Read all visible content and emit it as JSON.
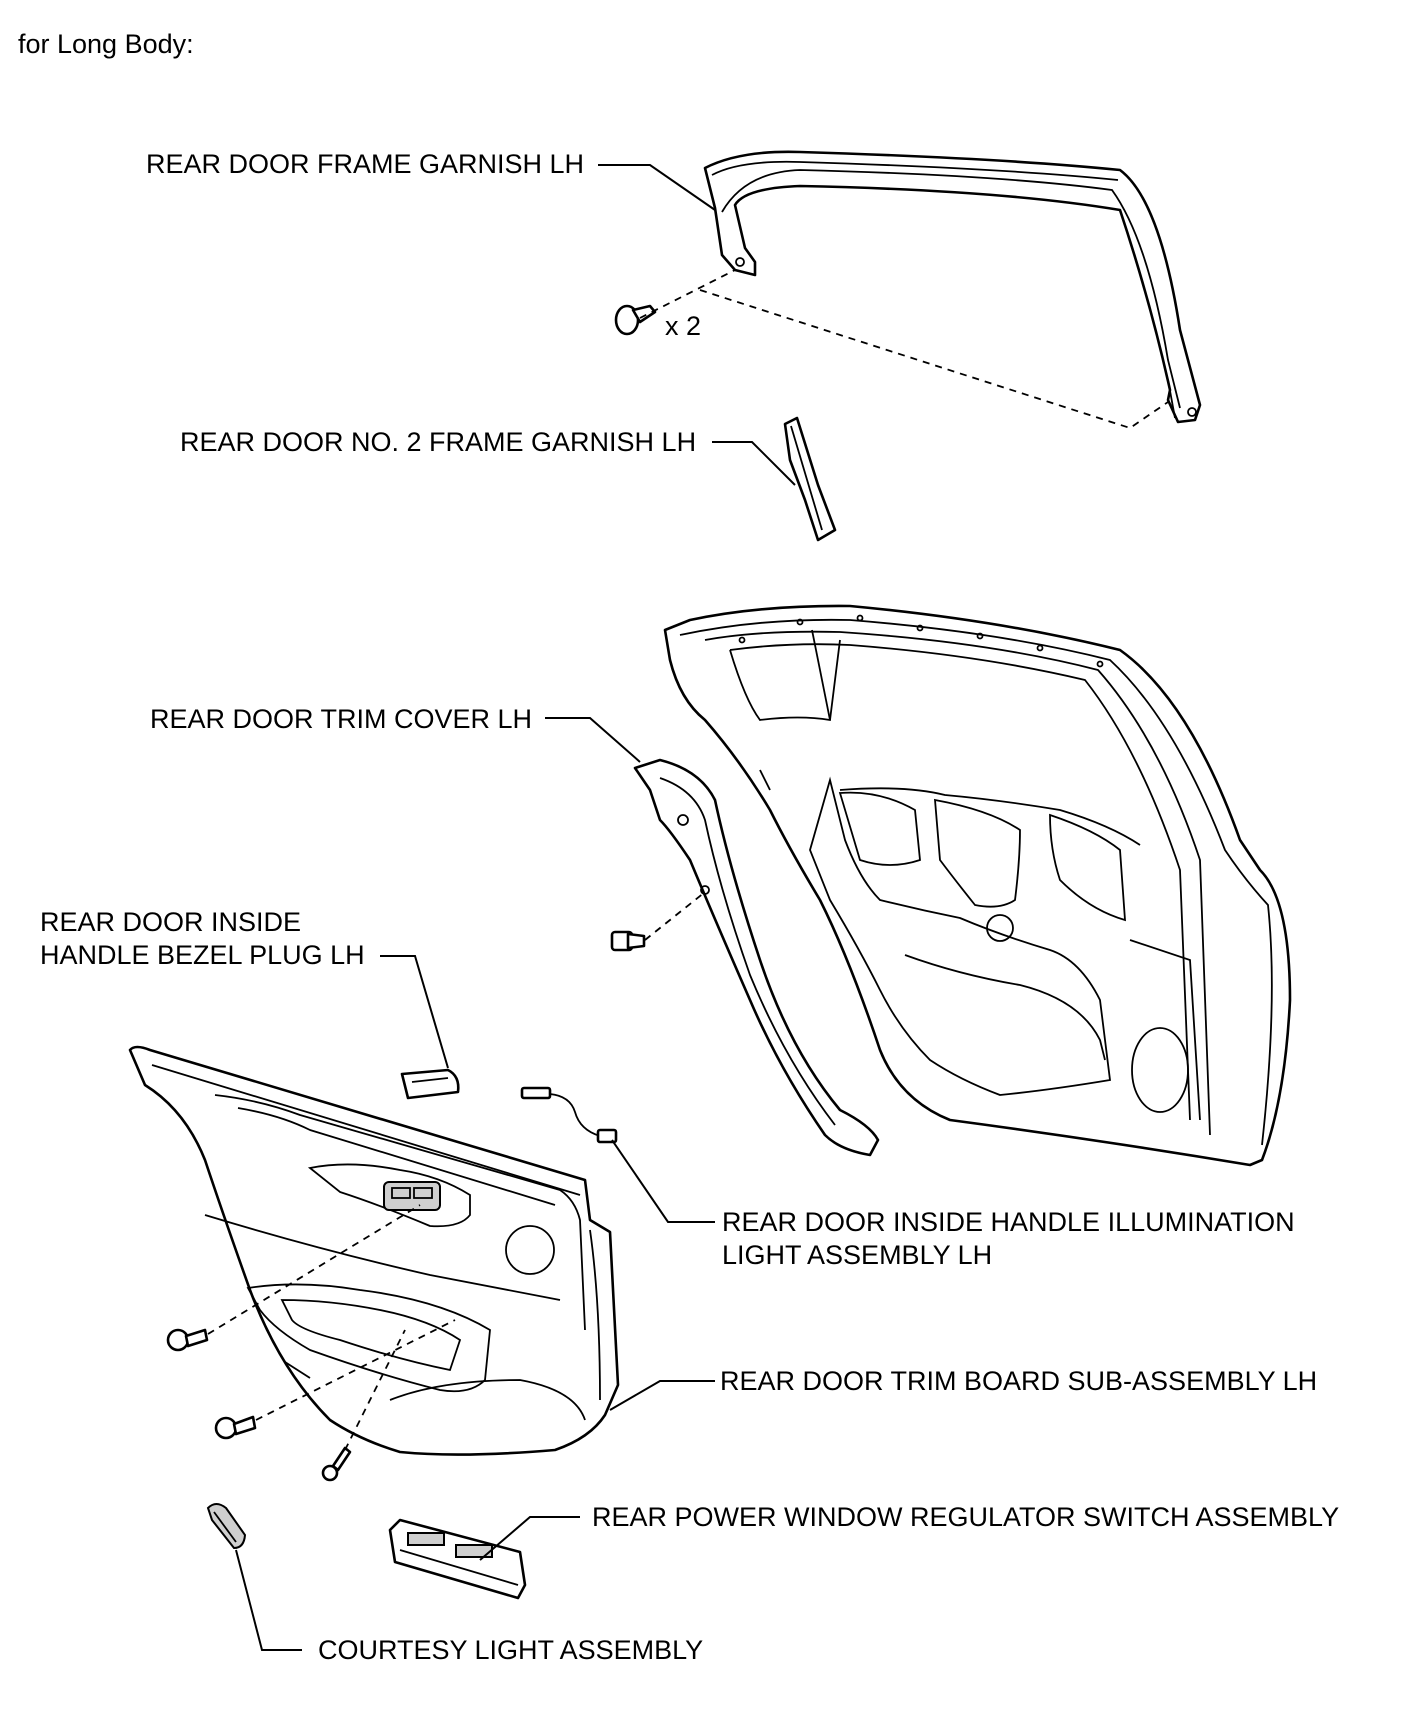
{
  "heading": "for Long Body:",
  "quantity_note": "x 2",
  "parts": {
    "frame_garnish": "REAR DOOR FRAME GARNISH LH",
    "no2_frame_garnish": "REAR DOOR NO. 2 FRAME GARNISH LH",
    "trim_cover": "REAR DOOR TRIM COVER LH",
    "bezel_plug": "REAR DOOR INSIDE\nHANDLE BEZEL PLUG LH",
    "illumination_light": "REAR DOOR INSIDE HANDLE ILLUMINATION\nLIGHT ASSEMBLY LH",
    "trim_board": "REAR DOOR TRIM BOARD SUB-ASSEMBLY LH",
    "window_switch": "REAR POWER WINDOW REGULATOR SWITCH ASSEMBLY",
    "courtesy_light": "COURTESY LIGHT ASSEMBLY"
  }
}
